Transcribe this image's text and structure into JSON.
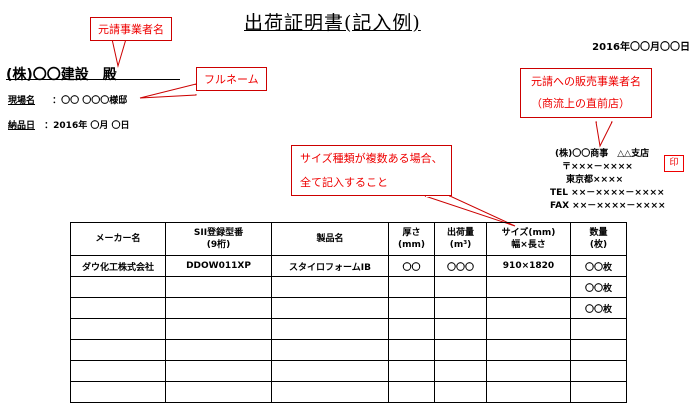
{
  "header": {
    "title": "出荷証明書(記入例)",
    "date": "2016年〇〇月〇〇日",
    "addressee": "(株)〇〇建設　殿",
    "site_label": "現場名",
    "site_value": "：〇〇 〇〇〇様邸",
    "delivery_label": "納品日",
    "delivery_value": "：2016年 〇月 〇日"
  },
  "callouts": {
    "contractor_name": "元請事業者名",
    "full_name": "フルネーム",
    "seller_line1": "元請への販売事業者名",
    "seller_line2": "（商流上の直前店）",
    "sizes_line1": "サイズ種類が複数ある場合、",
    "sizes_line2": "全て記入すること"
  },
  "seller": {
    "company": "(株)〇〇商事　△△支店",
    "postal": "〒×××－××××",
    "address": "東京都××××",
    "tel": "TEL ××－××××－××××",
    "fax": "FAX ××－××××－××××",
    "stamp": "印"
  },
  "table": {
    "headers": [
      {
        "line1": "メーカー名",
        "line2": ""
      },
      {
        "line1": "SII登録型番",
        "line2": "(9桁)"
      },
      {
        "line1": "製品名",
        "line2": ""
      },
      {
        "line1": "厚さ",
        "line2": "(mm)"
      },
      {
        "line1": "出荷量",
        "line2": "(m³)"
      },
      {
        "line1": "サイズ(mm)",
        "line2": "幅×長さ"
      },
      {
        "line1": "数量",
        "line2": "(枚)"
      }
    ],
    "rows": [
      [
        "ダウ化工株式会社",
        "DDOW011XP",
        "スタイロフォームIB",
        "〇〇",
        "〇〇〇",
        "910×1820",
        "〇〇枚"
      ],
      [
        "",
        "",
        "",
        "",
        "",
        "",
        "〇〇枚"
      ],
      [
        "",
        "",
        "",
        "",
        "",
        "",
        "〇〇枚"
      ],
      [
        "",
        "",
        "",
        "",
        "",
        "",
        ""
      ],
      [
        "",
        "",
        "",
        "",
        "",
        "",
        ""
      ],
      [
        "",
        "",
        "",
        "",
        "",
        "",
        ""
      ],
      [
        "",
        "",
        "",
        "",
        "",
        "",
        ""
      ]
    ]
  }
}
